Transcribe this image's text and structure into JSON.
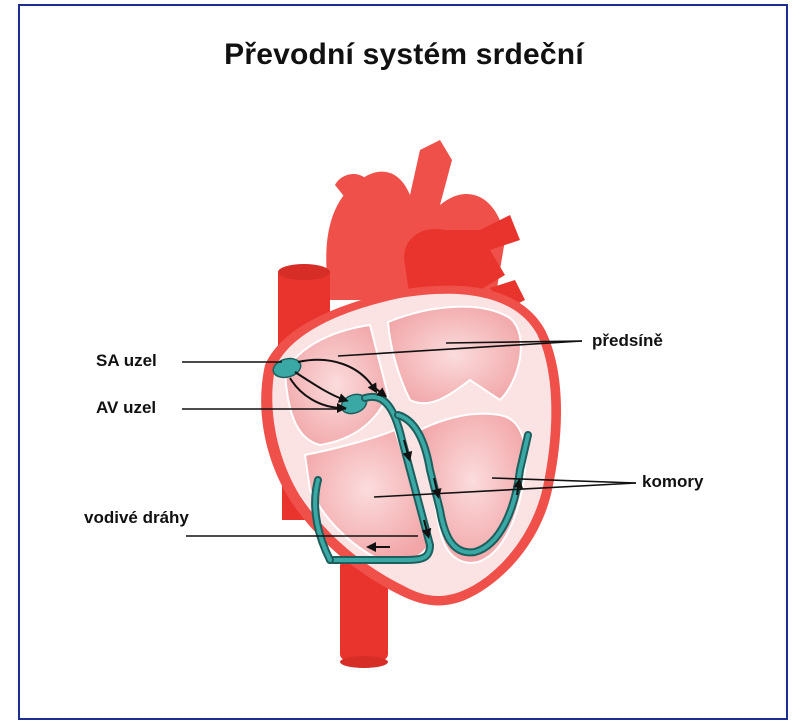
{
  "title": "Převodní systém srdeční",
  "labels": {
    "sa_uzel": "SA uzel",
    "av_uzel": "AV uzel",
    "vodive_drahy": "vodivé dráhy",
    "predsine": "předsíně",
    "komory": "komory"
  },
  "colors": {
    "frame": "#1c2f8e",
    "heart_red": "#f0504a",
    "heart_dark": "#e8342c",
    "chamber_pink": "#f4b4b6",
    "chamber_light": "#fbdcdd",
    "conduction": "#2a7d7c",
    "node": "#3aa9a5"
  }
}
